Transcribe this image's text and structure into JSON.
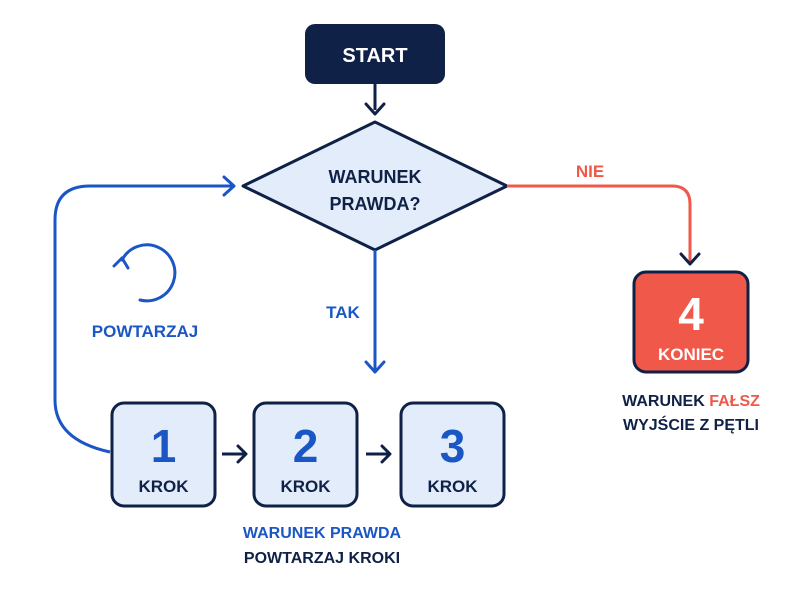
{
  "colors": {
    "navy": "#0f2146",
    "blue": "#1a56c4",
    "red": "#f0594a",
    "box_fill": "#e3ecfb",
    "diamond_fill": "#e3ecfb"
  },
  "start": {
    "label": "START"
  },
  "decision": {
    "line1": "WARUNEK",
    "line2": "PRAWDA?"
  },
  "branch_no": {
    "label": "NIE"
  },
  "branch_yes": {
    "label": "TAK"
  },
  "loop": {
    "label": "POWTARZAJ",
    "icon": "loop-arrow-icon"
  },
  "steps": [
    {
      "number": "1",
      "label": "KROK"
    },
    {
      "number": "2",
      "label": "KROK"
    },
    {
      "number": "3",
      "label": "KROK"
    }
  ],
  "end": {
    "number": "4",
    "label": "KONIEC"
  },
  "note_true": {
    "line1": "WARUNEK PRAWDA",
    "line2": "POWTARZAJ KROKI"
  },
  "note_false": {
    "line1_prefix": "WARUNEK ",
    "line1_highlight": "FAŁSZ",
    "line2": "WYJŚCIE Z PĘTLI"
  }
}
